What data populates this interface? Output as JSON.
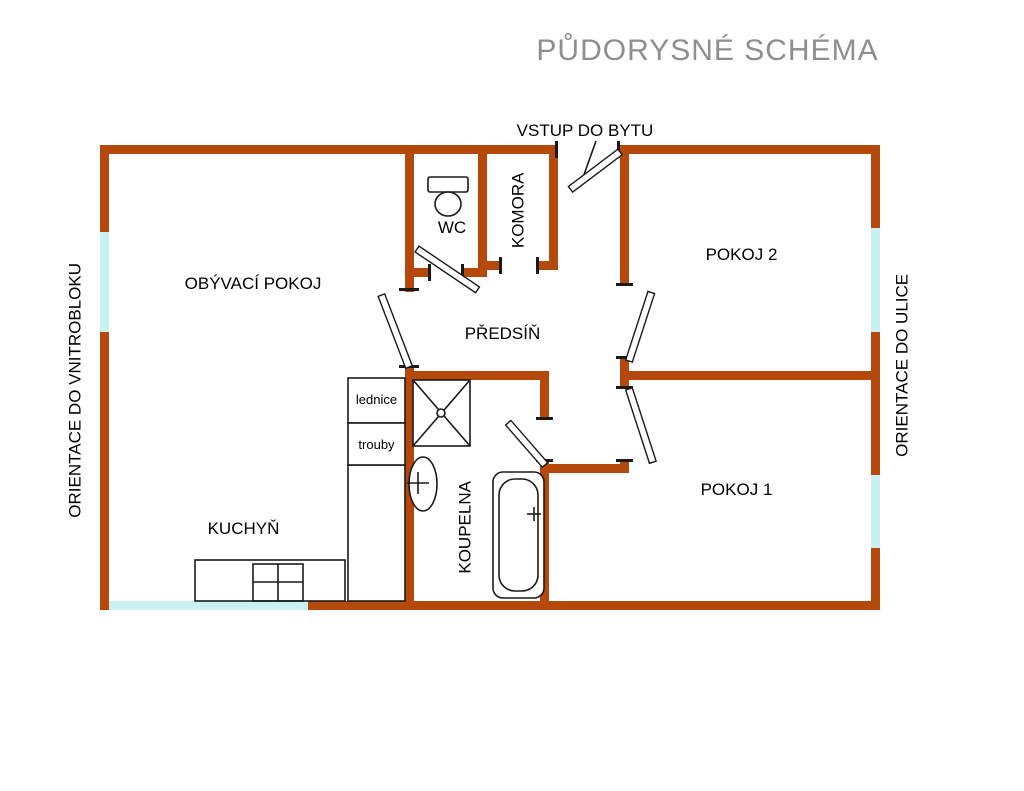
{
  "title": "PŮDORYSNÉ SCHÉMA",
  "colors": {
    "wall": "#b5490b",
    "window": "#c9f0f3",
    "line": "#1a1a1a",
    "title_text": "#8e8e8e",
    "background": "#ffffff"
  },
  "labels": {
    "entrance": "VSTUP DO BYTU",
    "living_room": "OBÝVACÍ POKOJ",
    "wc": "WC",
    "pantry": "KOMORA",
    "hallway": "PŘEDSÍŇ",
    "room2": "POKOJ 2",
    "room1": "POKOJ 1",
    "kitchen": "KUCHYŇ",
    "bathroom": "KOUPELNA",
    "fridge": "lednice",
    "ovens": "trouby",
    "orientation_left": "ORIENTACE DO VNITROBLOKU",
    "orientation_right": "ORIENTACE DO ULICE"
  }
}
